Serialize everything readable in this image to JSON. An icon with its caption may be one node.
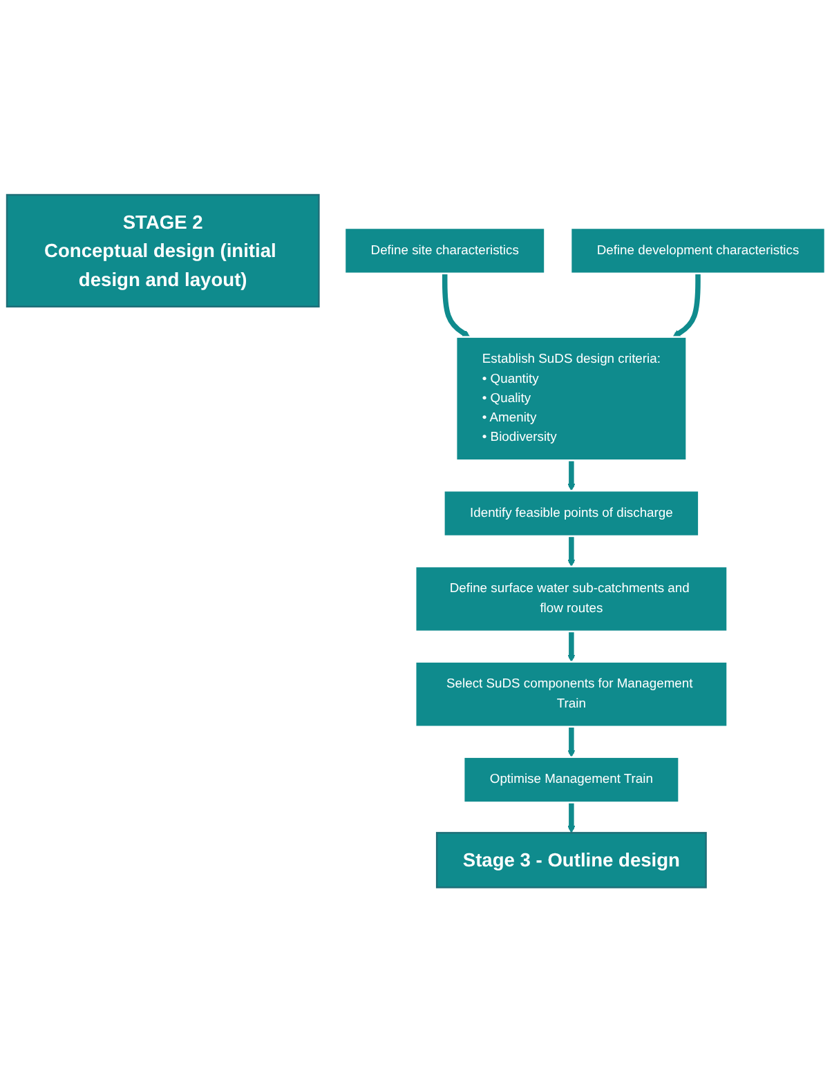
{
  "diagram": {
    "nodes": [
      {
        "text": [
          "STAGE 2",
          "Conceptual design (initial design and layout)"
        ]
      },
      {
        "text": [
          "Define site characteristics"
        ]
      },
      {
        "text": [
          "Define development characteristics"
        ]
      },
      {
        "text": [
          "Establish SuDS design criteria:",
          "• Quantity",
          "• Quality",
          "• Amenity",
          "• Biodiversity"
        ]
      },
      {
        "text": [
          "Identify feasible points of discharge"
        ]
      },
      {
        "text": [
          "Define surface water sub-catchments and flow routes"
        ]
      },
      {
        "text": [
          "Select SuDS components for Management Train"
        ]
      },
      {
        "text": [
          "Optimise Management Train"
        ]
      },
      {
        "text": [
          "Stage 3 - Outline design"
        ]
      }
    ],
    "edges": [
      {
        "from": 1,
        "to": 3,
        "arrow": "to"
      },
      {
        "from": 2,
        "to": 3,
        "arrow": "to"
      },
      {
        "from": 3,
        "to": 4,
        "arrow": "to"
      },
      {
        "from": 4,
        "to": 5,
        "arrow": "to"
      },
      {
        "from": 5,
        "to": 6,
        "arrow": "to"
      },
      {
        "from": 6,
        "to": 7,
        "arrow": "to"
      },
      {
        "from": 7,
        "to": 8,
        "arrow": "to"
      }
    ]
  }
}
